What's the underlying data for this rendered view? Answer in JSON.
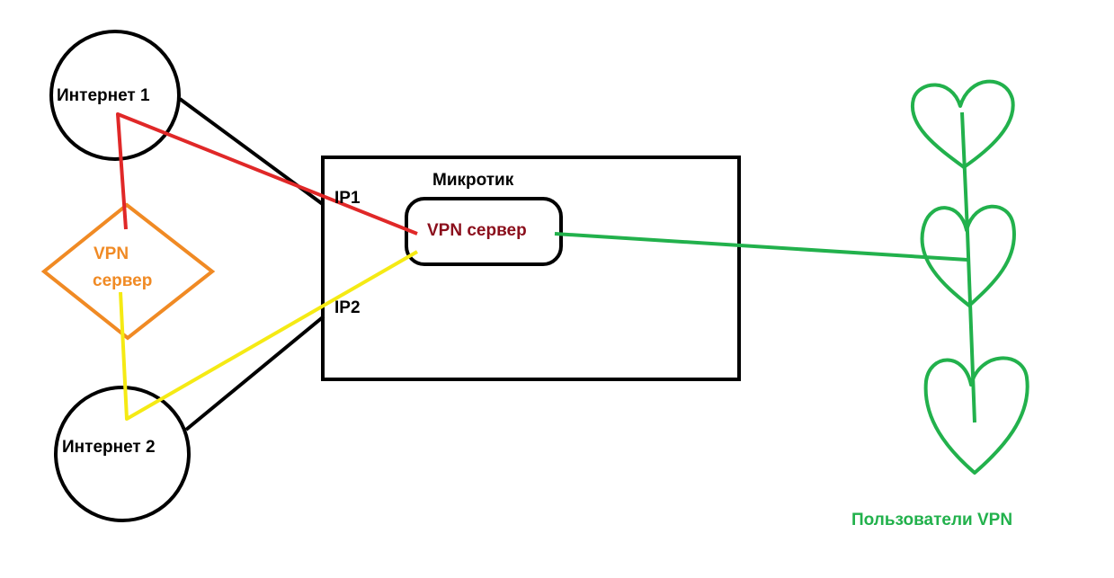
{
  "nodes": {
    "internet1": {
      "label": "Интернет 1"
    },
    "internet2": {
      "label": "Интернет 2"
    },
    "vpn_server_left": {
      "label_line1": "VPN",
      "label_line2": "сервер"
    },
    "mikrotik": {
      "label": "Микротик"
    },
    "ip1": {
      "label": "IP1"
    },
    "ip2": {
      "label": "IP2"
    },
    "vpn_server_mikrotik": {
      "label": "VPN сервер"
    },
    "vpn_users": {
      "label": "Пользователи VPN"
    }
  },
  "colors": {
    "black": "#000000",
    "red": "#e02828",
    "yellow": "#f5ea14",
    "orange": "#f08a24",
    "maroon": "#8b0f1c",
    "green": "#22b14c"
  }
}
